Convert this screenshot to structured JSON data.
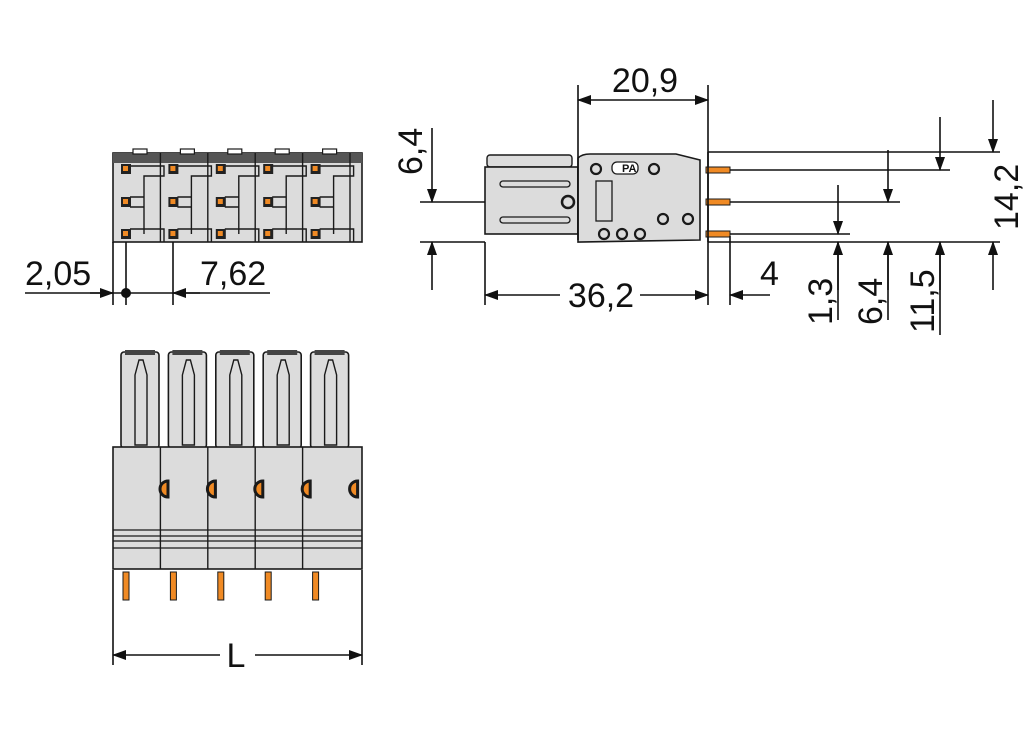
{
  "drawing": {
    "pole_count": 5,
    "colors": {
      "housing": "#dcdcdc",
      "pin": "#f08a24",
      "outline": "#1a1a1a"
    },
    "top_view": {
      "dim_offset": "2,05",
      "dim_pitch": "7,62"
    },
    "side_view": {
      "dim_width_upper": "20,9",
      "dim_height_left": "6,4",
      "dim_total_height": "14,2",
      "dim_length": "36,2",
      "dim_pin": "4",
      "dim_pin1": "1,3",
      "dim_pin2": "6,4",
      "dim_pin3": "11,5",
      "marking": "PA"
    },
    "front_view": {
      "dim_length": "L"
    }
  }
}
